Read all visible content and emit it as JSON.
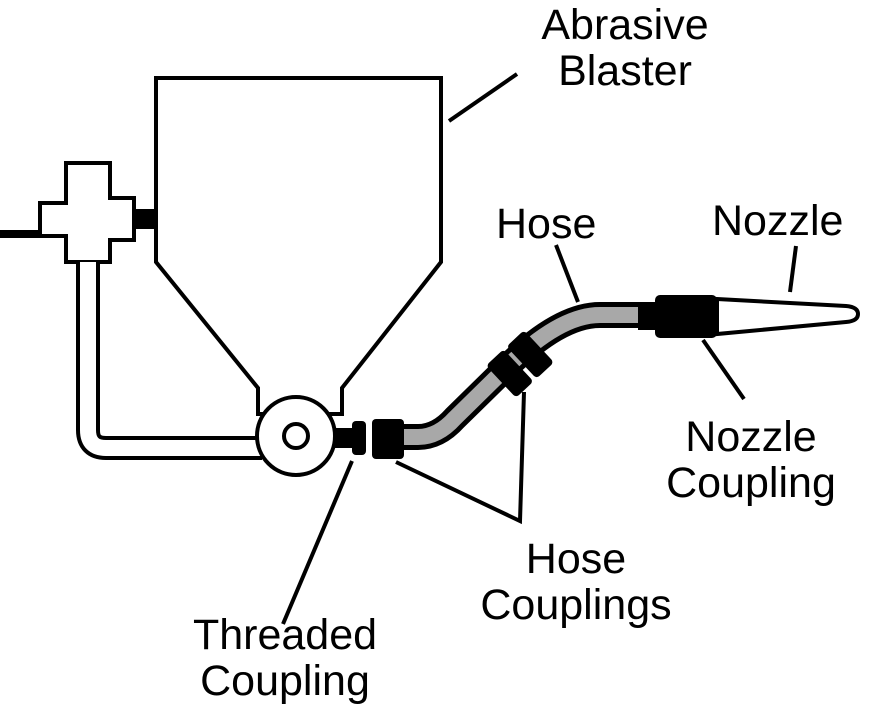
{
  "colors": {
    "ink": "#000000",
    "hose_fill": "#a8a8a8",
    "background": "#ffffff"
  },
  "labels": {
    "abrasive_blaster": {
      "line1": "Abrasive",
      "line2": "Blaster"
    },
    "hose": "Hose",
    "nozzle": "Nozzle",
    "nozzle_coupling": {
      "line1": "Nozzle",
      "line2": "Coupling"
    },
    "hose_couplings": {
      "line1": "Hose",
      "line2": "Couplings"
    },
    "threaded_coupling": {
      "line1": "Threaded",
      "line2": "Coupling"
    }
  }
}
